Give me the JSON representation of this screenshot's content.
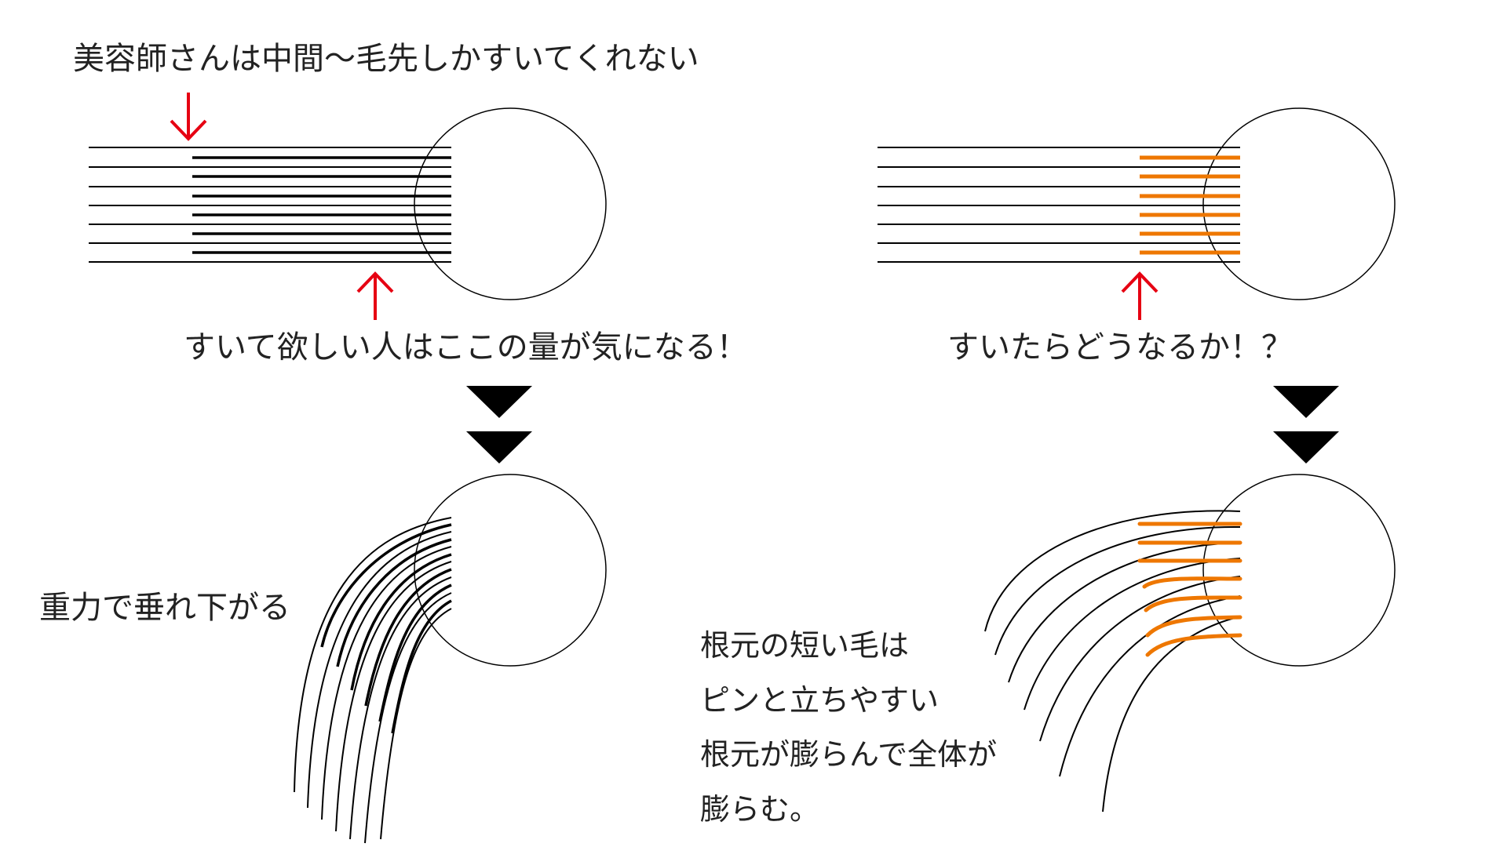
{
  "labels": {
    "stylist_note": "美容師さんは中間〜毛先しかすいてくれない",
    "want_thinning": "すいて欲しい人はここの量が気になる！",
    "what_if": "すいたらどうなるか！？",
    "gravity": "重力で垂れ下がる",
    "explain_1": "根元の短い毛は",
    "explain_2": "ピンと立ちやすい",
    "explain_3": "根元が膨らんで全体が",
    "explain_4": "膨らむ。"
  },
  "colors": {
    "arrow": "#e60012",
    "short_hair": "#ee7700",
    "line": "#000000",
    "text": "#222222"
  },
  "icons": {
    "down_arrow": "red-down-arrow-icon",
    "up_arrow": "red-up-arrow-icon",
    "chevron": "black-double-triangle-down-icon"
  }
}
